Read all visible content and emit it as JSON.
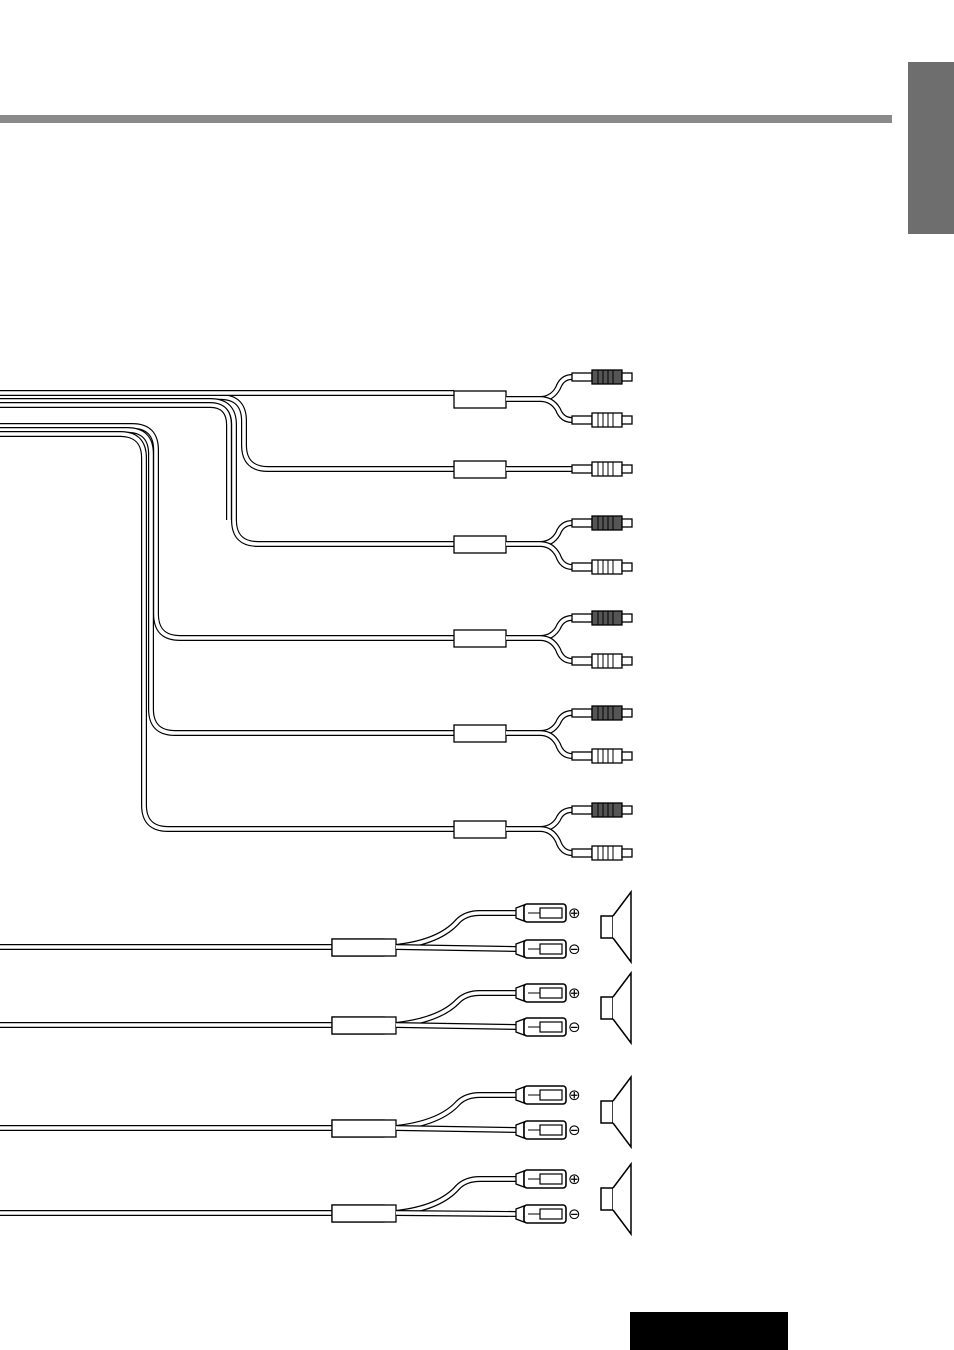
{
  "colors": {
    "header_rule": "#8a8a8a",
    "side_tab": "#6e6e6e",
    "page_number_box": "#000000",
    "wire": "#000000",
    "plug_dark": "#555555",
    "plug_light": "#ffffff"
  },
  "rca_cables": [
    {
      "plugs": [
        "dark",
        "light"
      ]
    },
    {
      "plugs": [
        "light"
      ]
    },
    {
      "plugs": [
        "dark",
        "light"
      ]
    },
    {
      "plugs": [
        "dark",
        "light"
      ]
    },
    {
      "plugs": [
        "dark",
        "light"
      ]
    },
    {
      "plugs": [
        "dark",
        "light"
      ]
    }
  ],
  "speaker_leads": [
    {
      "terminals": [
        "⊕",
        "⊖"
      ],
      "icon": "speaker-icon"
    },
    {
      "terminals": [
        "⊕",
        "⊖"
      ],
      "icon": "speaker-icon"
    },
    {
      "terminals": [
        "⊕",
        "⊖"
      ],
      "icon": "speaker-icon"
    },
    {
      "terminals": [
        "⊕",
        "⊖"
      ],
      "icon": "speaker-icon"
    }
  ]
}
